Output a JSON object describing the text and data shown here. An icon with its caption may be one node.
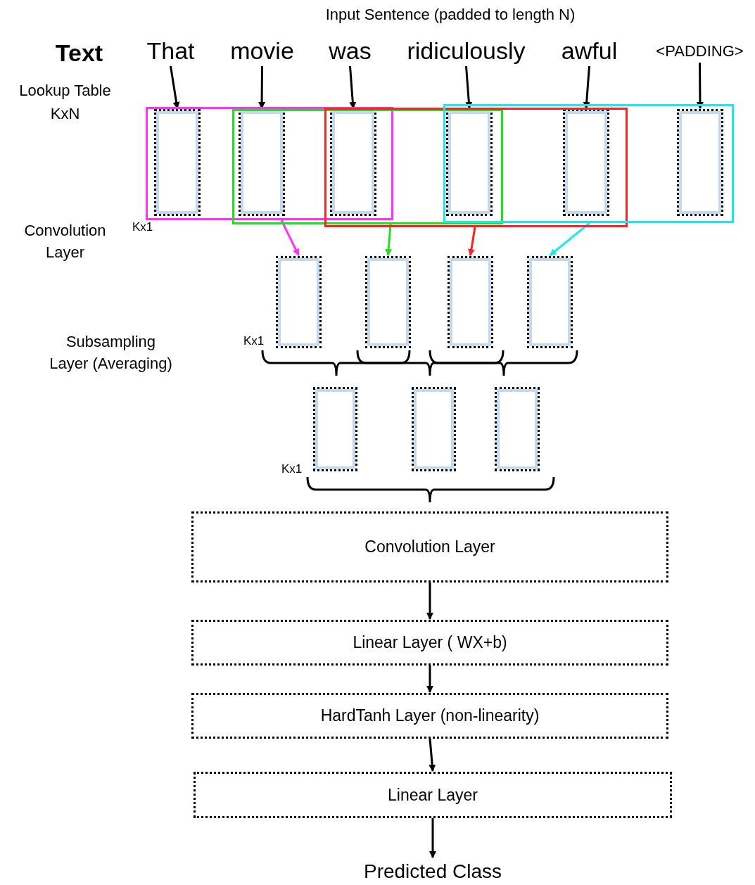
{
  "diagram": {
    "nodes": [
      {
        "text": [
          "That"
        ]
      },
      {
        "text": [
          "movie"
        ]
      },
      {
        "text": [
          "was"
        ]
      },
      {
        "text": [
          "ridiculously"
        ]
      },
      {
        "text": [
          "awful"
        ]
      },
      {
        "text": [
          "<PADDING>"
        ]
      },
      {
        "text": [],
        "shape": "box",
        "in": 12
      },
      {
        "text": [],
        "shape": "box"
      },
      {
        "text": [],
        "shape": "box"
      },
      {
        "text": [],
        "shape": "box"
      },
      {
        "text": [],
        "shape": "box"
      },
      {
        "text": [],
        "shape": "box",
        "in": 15
      },
      {
        "text": [],
        "shape": "box"
      },
      {
        "text": [],
        "shape": "box"
      },
      {
        "text": [],
        "shape": "box"
      },
      {
        "text": [],
        "shape": "box"
      },
      {
        "text": [],
        "shape": "box"
      },
      {
        "text": [],
        "shape": "box"
      },
      {
        "text": [],
        "shape": "box"
      },
      {
        "text": [],
        "shape": "box"
      },
      {
        "text": [],
        "shape": "box"
      },
      {
        "text": [],
        "shape": "box"
      },
      {
        "text": [],
        "shape": "box"
      },
      {
        "text": [
          "Convolution Layer"
        ]
      },
      {
        "text": [
          "Linear Layer ( WX+b)"
        ]
      },
      {
        "text": [
          "HardTanh Layer (non-linearity)"
        ]
      },
      {
        "text": [
          "Linear Layer"
        ]
      },
      {
        "text": [
          "Predicted Class"
        ]
      }
    ],
    "edges": [
      {
        "from": 0,
        "to": 6,
        "arrow": "to"
      },
      {
        "from": 1,
        "to": 7,
        "arrow": "to"
      },
      {
        "from": 2,
        "to": 8,
        "arrow": "to"
      },
      {
        "from": 3,
        "to": 9,
        "arrow": "to"
      },
      {
        "from": 4,
        "to": 10,
        "arrow": "to"
      },
      {
        "from": 5,
        "to": 11,
        "arrow": "to"
      },
      {
        "from": 12,
        "to": 16,
        "arrow": "to",
        "color": "#ff33ff"
      },
      {
        "from": 13,
        "to": 17,
        "arrow": "to",
        "color": "#22dd22"
      },
      {
        "from": 14,
        "to": 18,
        "arrow": "to",
        "color": "#ff2222"
      },
      {
        "from": 15,
        "to": 19,
        "arrow": "to",
        "color": "#22e5f0"
      },
      {
        "from": 23,
        "to": 24,
        "arrow": "to"
      },
      {
        "from": 24,
        "to": 25,
        "arrow": "to"
      },
      {
        "from": 25,
        "to": 26,
        "arrow": "to"
      },
      {
        "from": 26,
        "to": 27,
        "arrow": "to"
      }
    ],
    "labels": [
      "Input Sentence (padded to length N)",
      "Text",
      "Lookup Table KxN",
      "Kx1",
      "Convolution Layer",
      "Kx1",
      "Subsampling Layer (Averaging)",
      "Kx1"
    ]
  }
}
